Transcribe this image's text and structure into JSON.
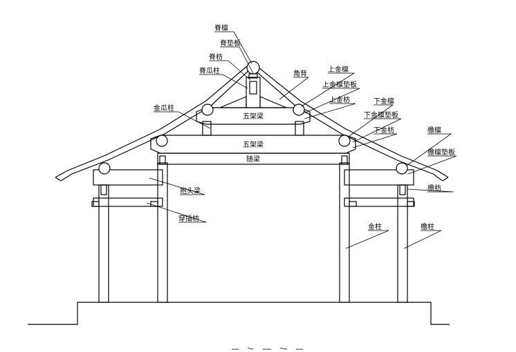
{
  "labels": {
    "ji_lin": "脊檩",
    "ji_dian_ban": "脊垫板",
    "ji_fang": "脊枋",
    "ji_gua_zhu": "脊瓜柱",
    "jiao_bei": "角背",
    "shang_jin_lin": "上金檩",
    "shang_jin_lin_dian_ban": "上金檩垫板",
    "shang_jin_fang": "上金枋",
    "jin_gua_zhu": "金瓜柱",
    "xia_jin_lin": "下金檩",
    "xia_jin_lin_dian_ban": "下金檩垫板",
    "xia_jin_fang": "下金枋",
    "yan_lin": "檐檩",
    "yan_lin_dian_ban": "檐檩垫板",
    "yan_fang": "檐枋",
    "bao_tou_liang": "抱头梁",
    "chuan_cha_fang": "穿插枋",
    "jin_zhu": "金柱",
    "yan_zhu": "檐柱"
  },
  "beams": {
    "san_jia_liang": "五架梁",
    "wu_jia_liang": "五架梁",
    "sui_liang": "随梁"
  }
}
